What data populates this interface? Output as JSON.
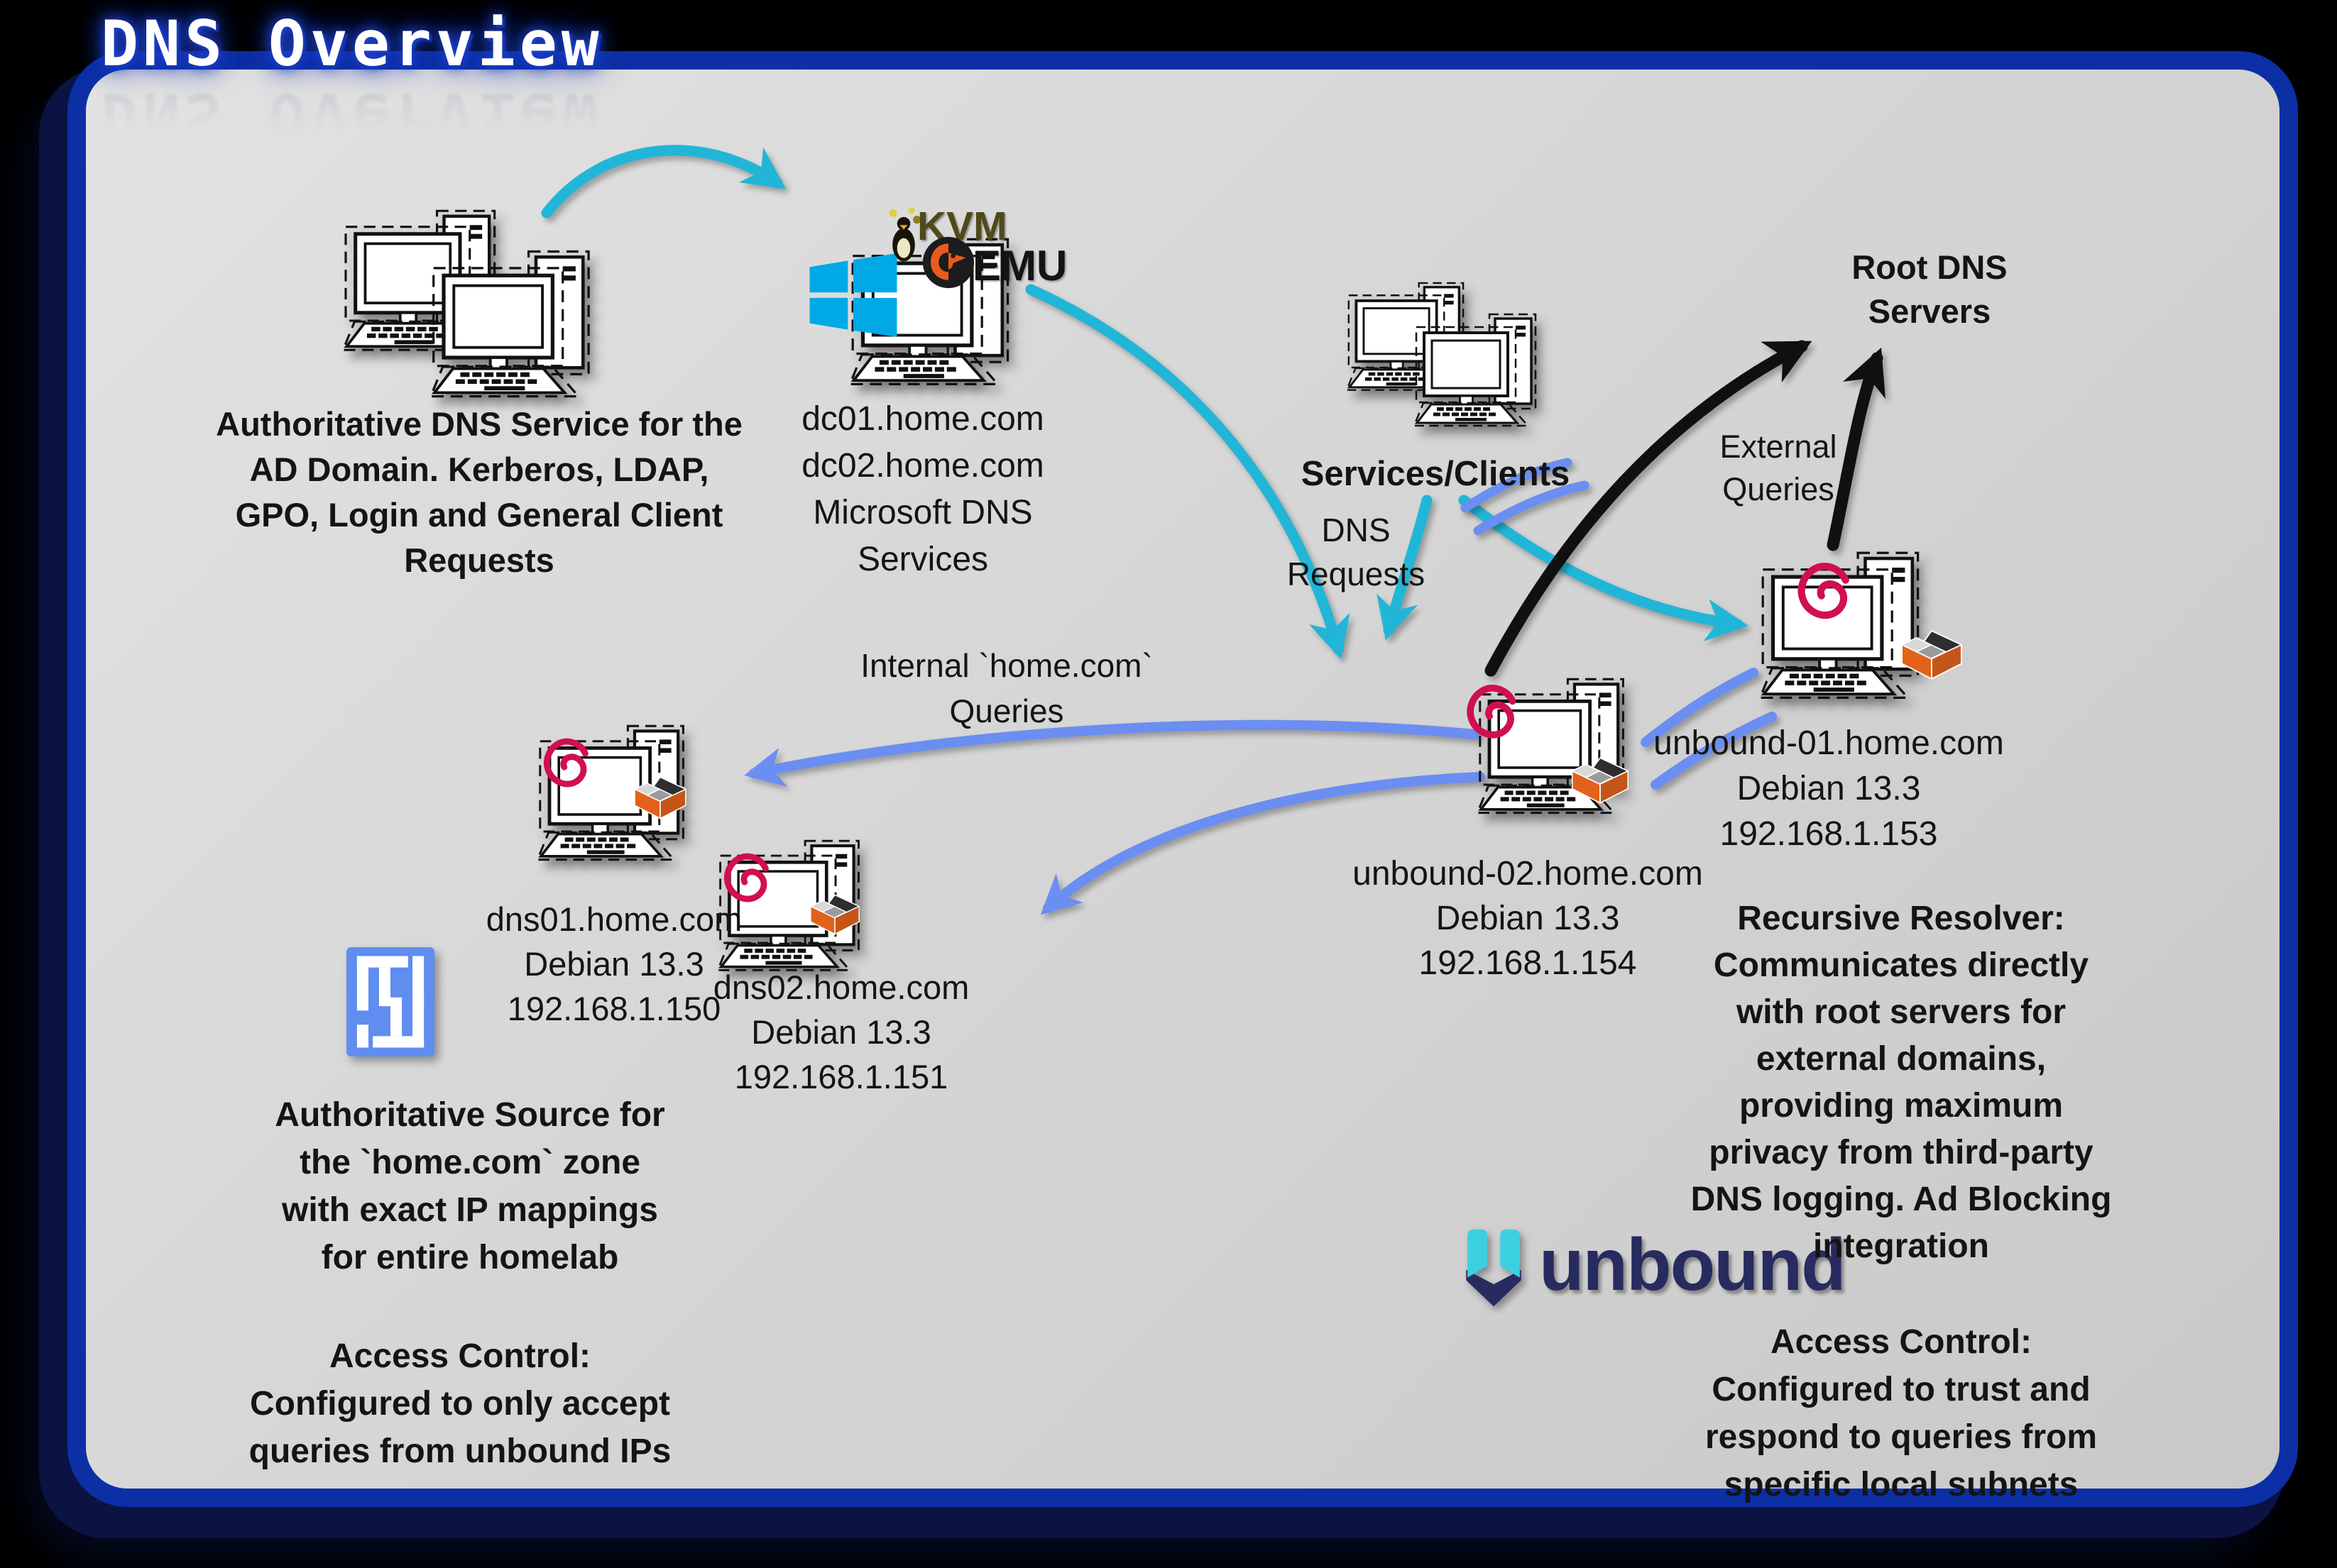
{
  "title": "DNS Overview",
  "colors": {
    "panel_border": "#0c2fa6",
    "panel_shadow": "#0a1342",
    "panel_bg": "#d6d6d6",
    "cyan_arrow": "#21b6d8",
    "periwinkle_arrow": "#6a8ef2",
    "black_arrow": "#101010",
    "debian_red": "#d0104c",
    "lxc_orange": "#e2621b",
    "windows_blue": "#00a9e6",
    "unbound_cyan": "#3bd0e0",
    "unbound_navy": "#282b60",
    "technitium_blue": "#5f8df0",
    "kvm_olive": "#4f4a1a"
  },
  "ad_cluster": {
    "caption_lines": [
      "Authoritative DNS Service for the",
      "AD Domain. Kerberos, LDAP,",
      "GPO, Login and General Client",
      "Requests"
    ]
  },
  "dc_node": {
    "kvm_label": "KVM",
    "qemu_label": "EMU",
    "lines": [
      "dc01.home.com",
      "dc02.home.com",
      "Microsoft DNS",
      "Services"
    ]
  },
  "services_node": {
    "label": "Services/Clients"
  },
  "dns_requests_label": {
    "lines": [
      "DNS",
      "Requests"
    ]
  },
  "root_dns": {
    "lines": [
      "Root DNS",
      "Servers"
    ]
  },
  "external_queries": {
    "lines": [
      "External",
      "Queries"
    ]
  },
  "internal_queries": {
    "lines": [
      "Internal `home.com`",
      "Queries"
    ]
  },
  "unbound01": {
    "lines": [
      "unbound-01.home.com",
      "Debian 13.3",
      "192.168.1.153"
    ]
  },
  "unbound02": {
    "lines": [
      "unbound-02.home.com",
      "Debian 13.3",
      "192.168.1.154"
    ]
  },
  "dns01": {
    "lines": [
      "dns01.home.com",
      "Debian 13.3",
      "192.168.1.150"
    ]
  },
  "dns02": {
    "lines": [
      "dns02.home.com",
      "Debian 13.3",
      "192.168.1.151"
    ]
  },
  "auth_source": {
    "lines": [
      "Authoritative Source for",
      "the `home.com` zone",
      "with exact IP mappings",
      "for entire homelab"
    ]
  },
  "access_control_left": {
    "lines": [
      "Access Control:",
      "Configured to only accept",
      "queries from unbound IPs"
    ]
  },
  "recursive_resolver": {
    "lines": [
      "Recursive Resolver:",
      "Communicates directly",
      "with root servers for",
      "external domains,",
      "providing maximum",
      "privacy from third-party",
      "DNS logging. Ad Blocking",
      "integration"
    ]
  },
  "access_control_right": {
    "lines": [
      "Access Control:",
      "Configured to trust and",
      "respond to queries from",
      "specific local subnets"
    ]
  },
  "unbound_logo": {
    "wordmark": "unbound"
  }
}
